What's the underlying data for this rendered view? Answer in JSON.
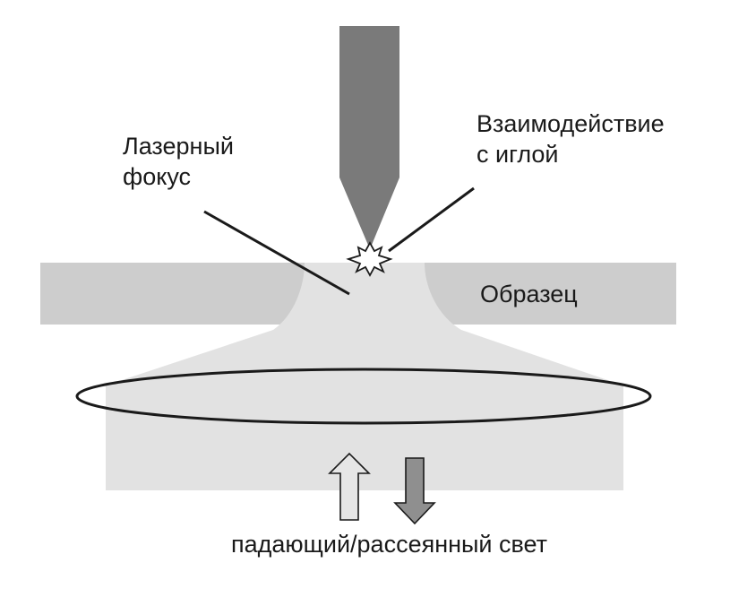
{
  "labels": {
    "laser_focus": [
      "Лазерный",
      "фокус"
    ],
    "tip_interaction": [
      "Взаимодействие",
      "с иглой"
    ],
    "sample": "Образец",
    "light": "падающий/рассеянный свет"
  },
  "colors": {
    "tip": "#7a7a7a",
    "sample": "#cdcdcd",
    "beam": "#e2e2e2",
    "outline": "#1a1a1a",
    "arrow_up": "#e6e6e6",
    "arrow_down": "#8f8f8f"
  }
}
